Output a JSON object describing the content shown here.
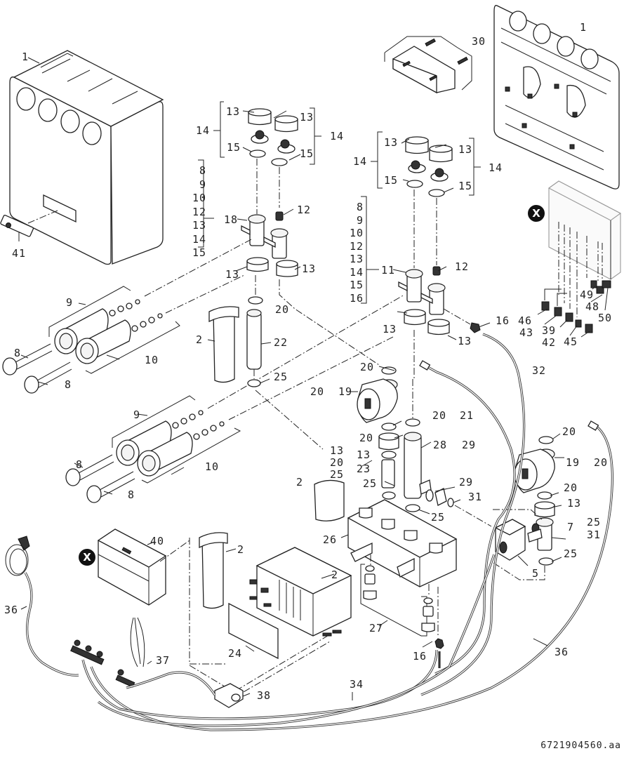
{
  "diagram": {
    "type": "exploded-parts-view",
    "drawing_number": "6721904560.aa",
    "accessory_marker": "X",
    "callouts": [
      {
        "id": "c1a",
        "text": "1"
      },
      {
        "id": "c41",
        "text": "41"
      },
      {
        "id": "c1b",
        "text": "1"
      },
      {
        "id": "c30",
        "text": "30"
      },
      {
        "id": "c14a",
        "text": "14"
      },
      {
        "id": "c13a",
        "text": "13"
      },
      {
        "id": "c15a",
        "text": "15"
      },
      {
        "id": "c13b",
        "text": "13"
      },
      {
        "id": "c15b",
        "text": "15"
      },
      {
        "id": "c14b",
        "text": "14"
      },
      {
        "id": "c18grp",
        "text": "8\n9\n10\n12\n13\n14\n15"
      },
      {
        "id": "c18",
        "text": "18"
      },
      {
        "id": "c12a",
        "text": "12"
      },
      {
        "id": "c13c",
        "text": "13"
      },
      {
        "id": "c13d",
        "text": "13"
      },
      {
        "id": "c20a",
        "text": "20"
      },
      {
        "id": "c14c",
        "text": "14"
      },
      {
        "id": "c13e",
        "text": "13"
      },
      {
        "id": "c15c",
        "text": "15"
      },
      {
        "id": "c13f",
        "text": "13"
      },
      {
        "id": "c15d",
        "text": "15"
      },
      {
        "id": "c14d",
        "text": "14"
      },
      {
        "id": "c11grp",
        "text": "8\n9\n10\n12\n13\n14\n15\n16"
      },
      {
        "id": "c11",
        "text": "11"
      },
      {
        "id": "c12b",
        "text": "12"
      },
      {
        "id": "c13g",
        "text": "13"
      },
      {
        "id": "c13h",
        "text": "13"
      },
      {
        "id": "c16a",
        "text": "16"
      },
      {
        "id": "c9a",
        "text": "9"
      },
      {
        "id": "c10a",
        "text": "10"
      },
      {
        "id": "c8a",
        "text": "8"
      },
      {
        "id": "c8b",
        "text": "8"
      },
      {
        "id": "c2a",
        "text": "2"
      },
      {
        "id": "c22",
        "text": "22"
      },
      {
        "id": "c25a",
        "text": "25"
      },
      {
        "id": "c20b",
        "text": "20"
      },
      {
        "id": "c20c",
        "text": "20"
      },
      {
        "id": "c19a",
        "text": "19"
      },
      {
        "id": "c20d",
        "text": "20"
      },
      {
        "id": "c20e",
        "text": "20"
      },
      {
        "id": "c21",
        "text": "21"
      },
      {
        "id": "c32",
        "text": "32"
      },
      {
        "id": "c13i",
        "text": "13"
      },
      {
        "id": "c28",
        "text": "28"
      },
      {
        "id": "c29a",
        "text": "29"
      },
      {
        "id": "c23grp",
        "text": "13\n20\n25"
      },
      {
        "id": "c23",
        "text": "23"
      },
      {
        "id": "c25b",
        "text": "25"
      },
      {
        "id": "c29b",
        "text": "29"
      },
      {
        "id": "c31a",
        "text": "31"
      },
      {
        "id": "c25c",
        "text": "25"
      },
      {
        "id": "c9b",
        "text": "9"
      },
      {
        "id": "c10b",
        "text": "10"
      },
      {
        "id": "c8c",
        "text": "8"
      },
      {
        "id": "c8d",
        "text": "8"
      },
      {
        "id": "c2b",
        "text": "2"
      },
      {
        "id": "c26",
        "text": "26"
      },
      {
        "id": "c20f",
        "text": "20"
      },
      {
        "id": "c19b",
        "text": "19"
      },
      {
        "id": "c20g",
        "text": "20"
      },
      {
        "id": "c20h",
        "text": "20"
      },
      {
        "id": "c13j",
        "text": "13"
      },
      {
        "id": "c7",
        "text": "7"
      },
      {
        "id": "c7grp",
        "text": "25\n31"
      },
      {
        "id": "c25d",
        "text": "25"
      },
      {
        "id": "c5",
        "text": "5"
      },
      {
        "id": "c40",
        "text": "40"
      },
      {
        "id": "c2c",
        "text": "2"
      },
      {
        "id": "c2d",
        "text": "2"
      },
      {
        "id": "c36a",
        "text": "36"
      },
      {
        "id": "c24",
        "text": "24"
      },
      {
        "id": "c37",
        "text": "37"
      },
      {
        "id": "c38",
        "text": "38"
      },
      {
        "id": "c27",
        "text": "27"
      },
      {
        "id": "c16b",
        "text": "16"
      },
      {
        "id": "c34",
        "text": "34"
      },
      {
        "id": "c36b",
        "text": "36"
      },
      {
        "id": "c46",
        "text": "46"
      },
      {
        "id": "c43",
        "text": "43"
      },
      {
        "id": "c39",
        "text": "39"
      },
      {
        "id": "c42",
        "text": "42"
      },
      {
        "id": "c45",
        "text": "45"
      },
      {
        "id": "c49",
        "text": "49"
      },
      {
        "id": "c48",
        "text": "48"
      },
      {
        "id": "c50",
        "text": "50"
      }
    ]
  }
}
